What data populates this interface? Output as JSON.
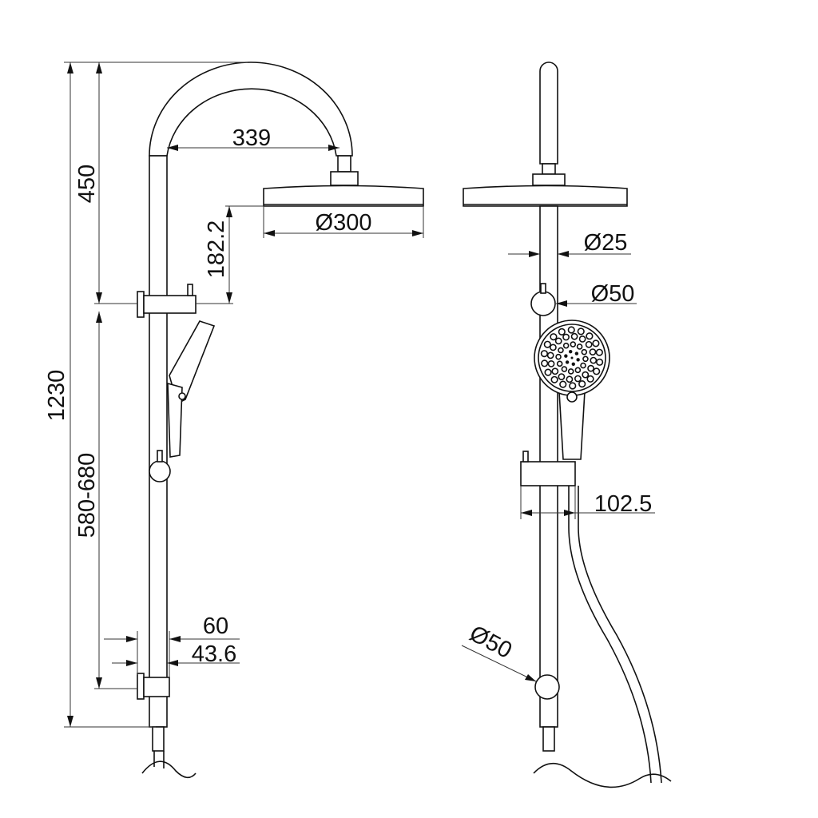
{
  "drawing": {
    "side_view": {
      "dimensions": {
        "overall_height": "1230",
        "arm_height": "450",
        "slide_range": "580-680",
        "head_clearance": "182.2",
        "arm_reach": "339",
        "head_diameter": "Ø300",
        "bracket_depth": "60",
        "rail_offset": "43.6"
      }
    },
    "front_view": {
      "dimensions": {
        "rail_diameter": "Ø25",
        "upper_bracket_diameter": "Ø50",
        "handset_offset": "102.5",
        "lower_bracket_diameter": "Ø50"
      }
    },
    "colors": {
      "line": "#111111",
      "background": "#ffffff"
    }
  }
}
